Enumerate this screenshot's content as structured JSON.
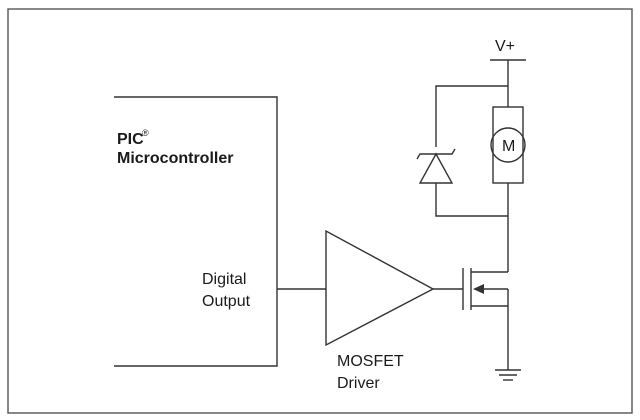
{
  "microcontroller": {
    "name": "PIC",
    "trademark": "®",
    "subtitle": "Microcontroller",
    "pin_line1": "Digital",
    "pin_line2": "Output"
  },
  "driver": {
    "line1": "MOSFET",
    "line2": "Driver"
  },
  "supply": {
    "label": "V+"
  },
  "motor": {
    "letter": "M"
  },
  "colors": {
    "line": "#333333",
    "frame": "#555555",
    "text": "#1a1a1a",
    "background": "#ffffff"
  }
}
